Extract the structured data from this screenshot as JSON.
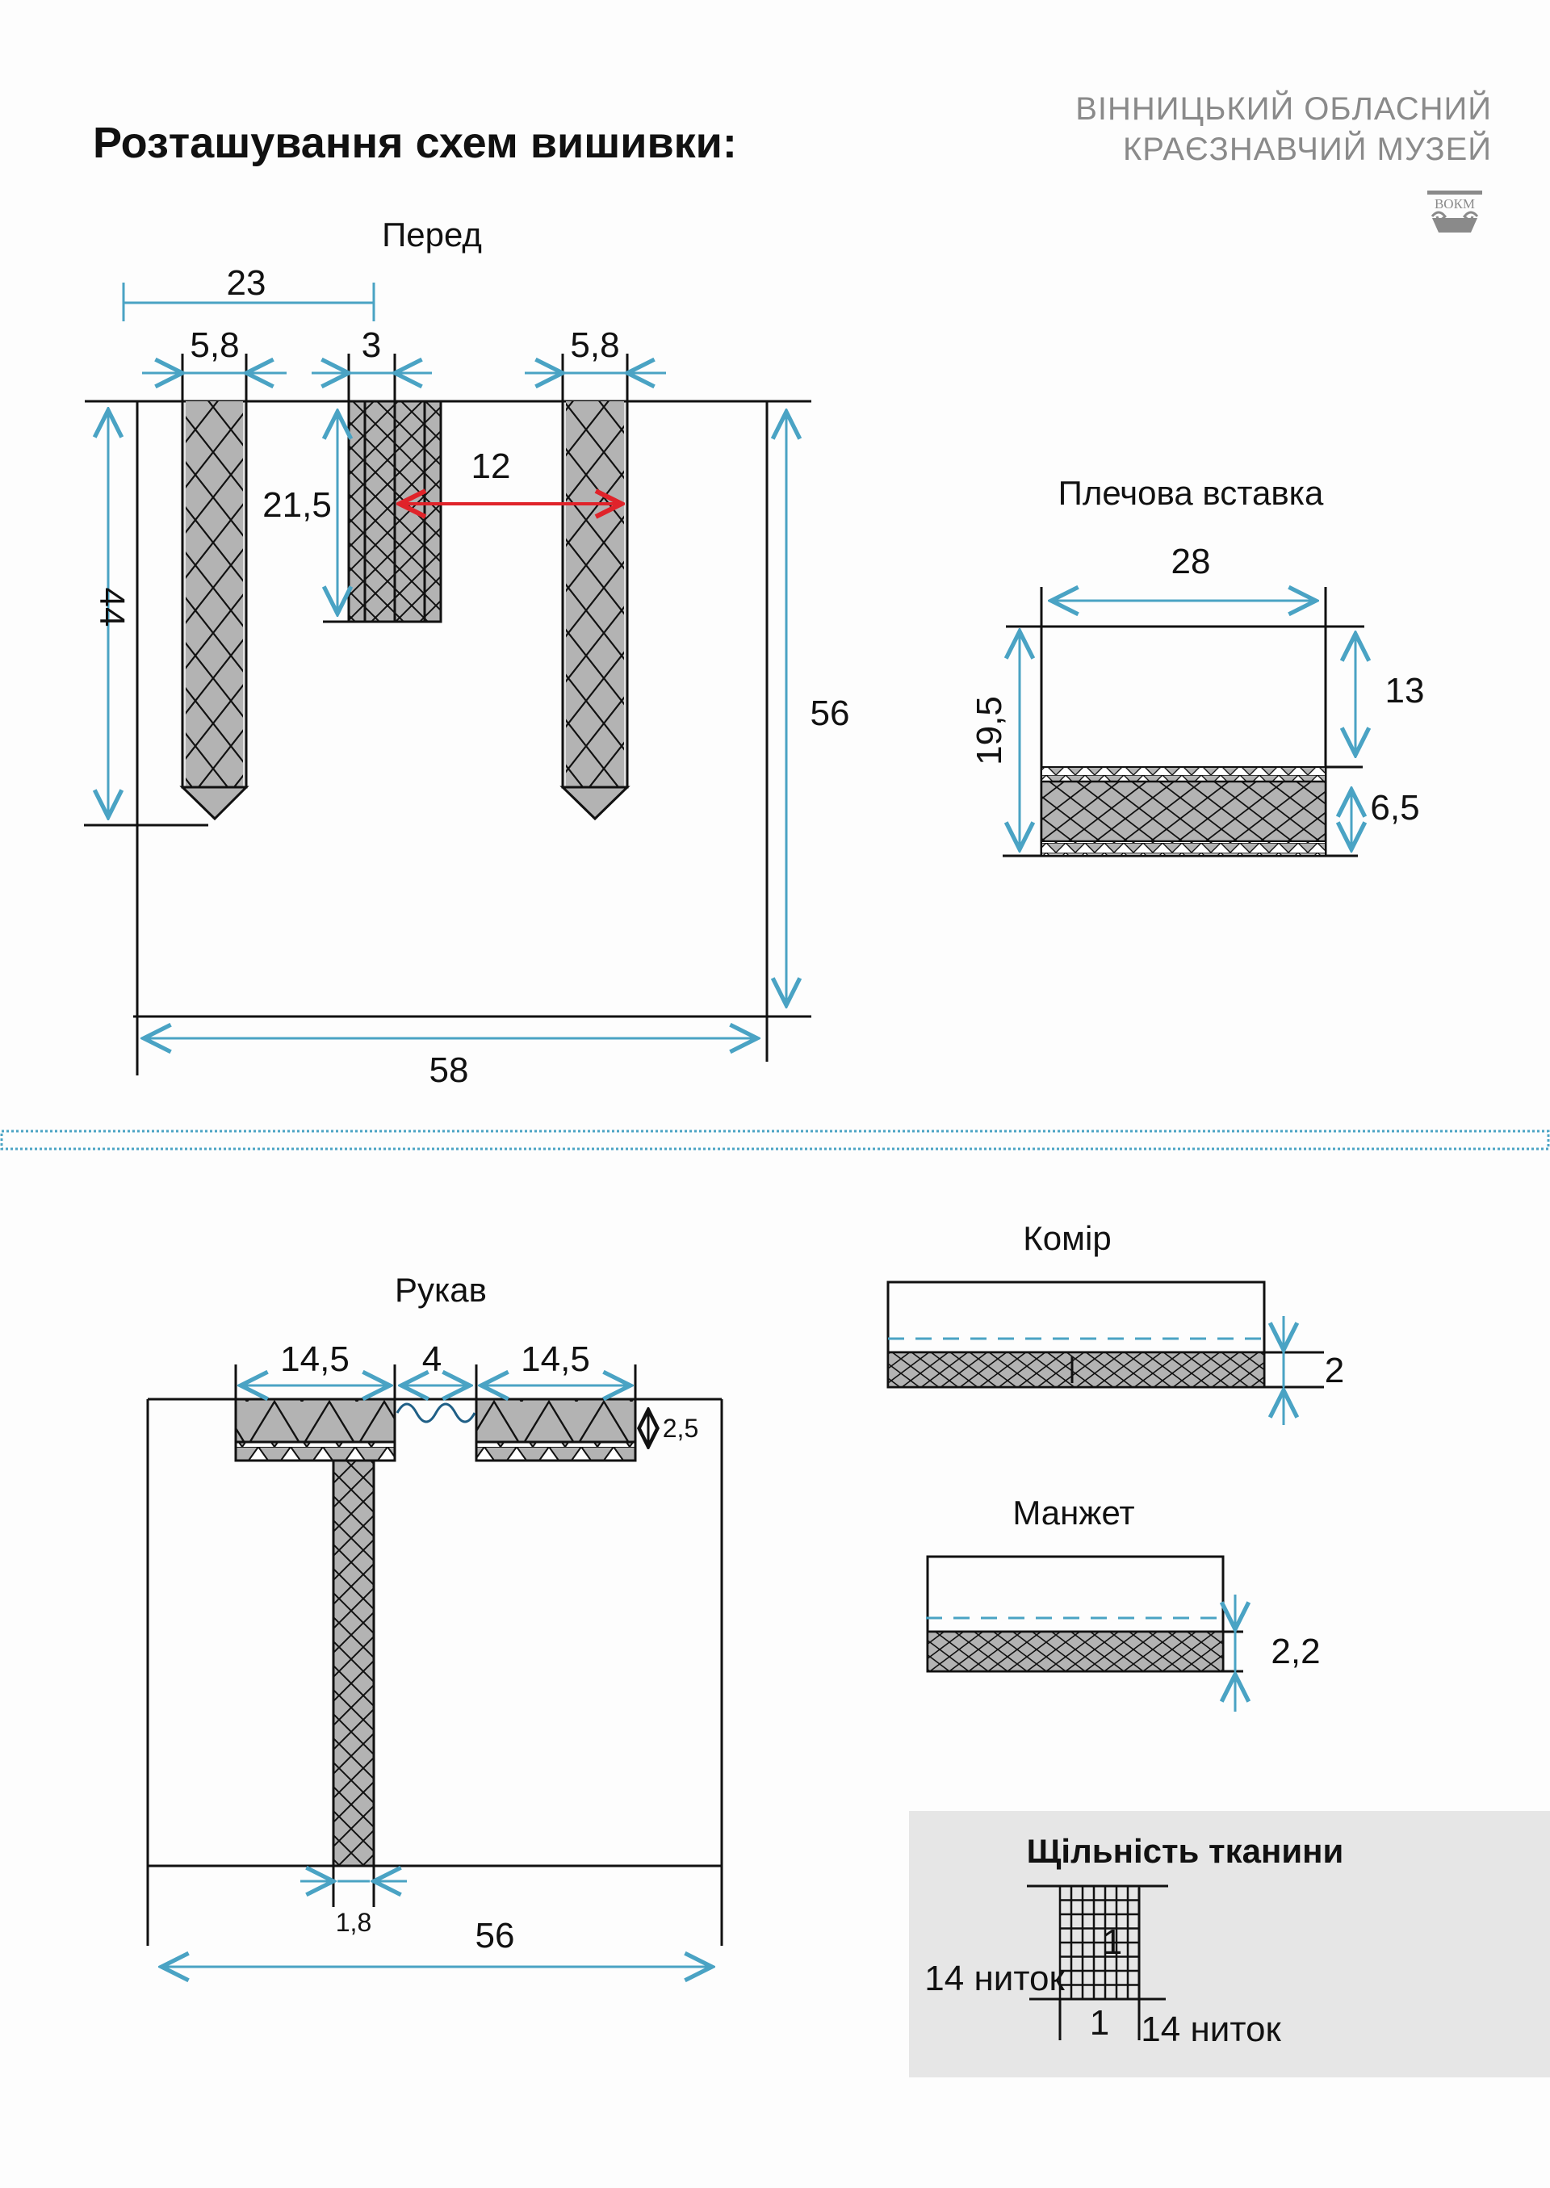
{
  "page_title": "Розташування схем вишивки:",
  "museum": {
    "line1": "ВІННИЦЬКИЙ ОБЛАСНИЙ",
    "line2": "КРАЄЗНАВЧИЙ МУЗЕЙ",
    "logo_text": "ВОКМ"
  },
  "colors": {
    "dimension_line": "#4aa3c4",
    "highlight_arrow": "#e0232a",
    "embroidery_fill": "#b3b3b3",
    "embroidery_border": "#e4e4e4",
    "density_panel": "#e6e6e6"
  },
  "front": {
    "label": "Перед",
    "dims": {
      "left_offset": "23",
      "stripe_left_width": "5,8",
      "center_width": "3",
      "stripe_right_width": "5,8",
      "center_height": "21,5",
      "center_to_stripe": "12",
      "stripe_height": "44",
      "piece_height": "56",
      "piece_width": "58"
    }
  },
  "shoulder": {
    "label": "Плечова вставка",
    "dims": {
      "width": "28",
      "total_height": "19,5",
      "top_height": "13",
      "band_height": "6,5"
    }
  },
  "sleeve": {
    "label": "Рукав",
    "dims": {
      "left_band": "14,5",
      "gap": "4",
      "right_band": "14,5",
      "band_height": "2,5",
      "stripe_width": "1,8",
      "width": "56"
    }
  },
  "collar": {
    "label": "Комір",
    "dims": {
      "band_height": "2"
    }
  },
  "cuff": {
    "label": "Манжет",
    "dims": {
      "band_height": "2,2"
    }
  },
  "density": {
    "title": "Щільність тканини",
    "vertical_unit": "1",
    "vertical_threads": "14 ниток",
    "horizontal_unit": "1",
    "horizontal_threads": "14 ниток"
  }
}
